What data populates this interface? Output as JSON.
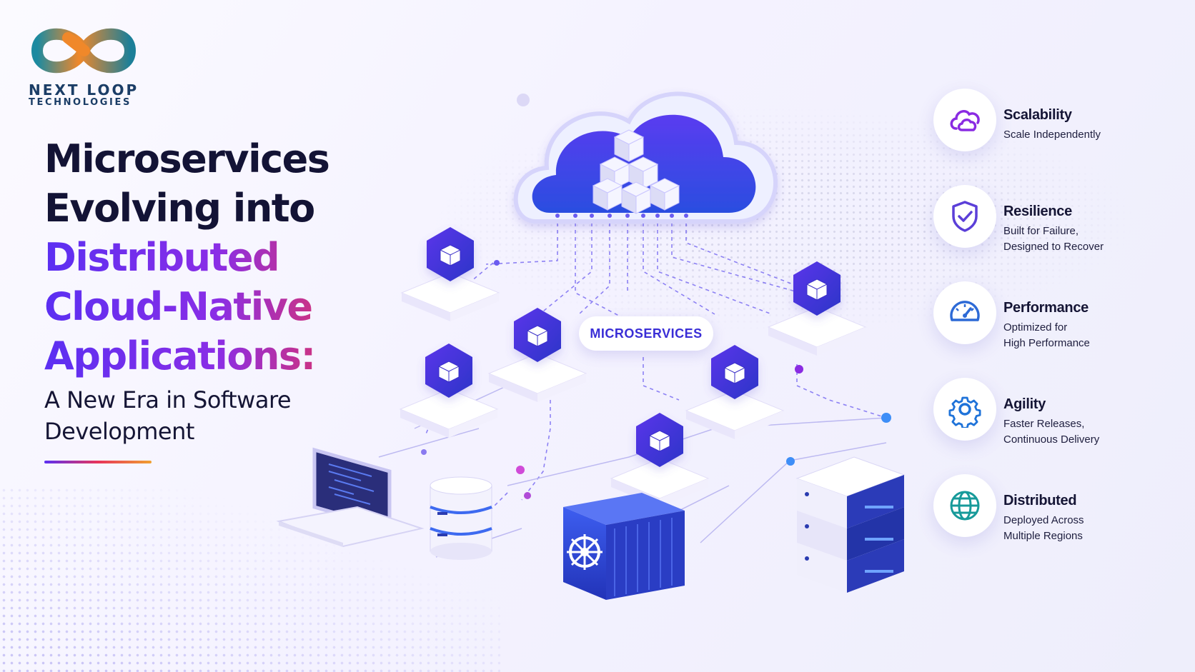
{
  "brand": {
    "name": "NEXT LOOP",
    "tagline": "TECHNOLOGIES",
    "logo_icon": "infinity-loop-icon",
    "colors": {
      "orange": "#f0882a",
      "teal": "#1c8aa0",
      "navy": "#1b3d66"
    }
  },
  "headline": {
    "line1": "Microservices",
    "line2": "Evolving into",
    "line3": "Distributed",
    "line4": "Cloud-Native",
    "line5": "Applications:",
    "subtitle_line1": "A New Era in Software",
    "subtitle_line2": "Development",
    "gradient": [
      "#5b2ff2",
      "#8a2ee6",
      "#e8345a"
    ]
  },
  "diagram": {
    "center_label": "MICROSERVICES",
    "cloud_icon": "cloud-cubes-icon",
    "node_icon": "cube-hexagon-icon",
    "device_icons": [
      "laptop-icon",
      "database-icon",
      "container-kubernetes-icon",
      "server-rack-icon"
    ],
    "accent": "#3d35e0"
  },
  "features": [
    {
      "icon": "cloud-scale-icon",
      "title": "Scalability",
      "desc": [
        "Scale Independently"
      ],
      "color": "#8a2be2"
    },
    {
      "icon": "shield-check-icon",
      "title": "Resilience",
      "desc": [
        "Built for Failure,",
        "Designed to Recover"
      ],
      "color": "#5b3fd8"
    },
    {
      "icon": "speedometer-icon",
      "title": "Performance",
      "desc": [
        "Optimized for",
        "High Performance"
      ],
      "color": "#2d6ad6"
    },
    {
      "icon": "gear-icon",
      "title": "Agility",
      "desc": [
        "Faster Releases,",
        "Continuous Delivery"
      ],
      "color": "#1f73d9"
    },
    {
      "icon": "globe-icon",
      "title": "Distributed",
      "desc": [
        "Deployed Across",
        "Multiple Regions"
      ],
      "color": "#179a9a"
    }
  ]
}
